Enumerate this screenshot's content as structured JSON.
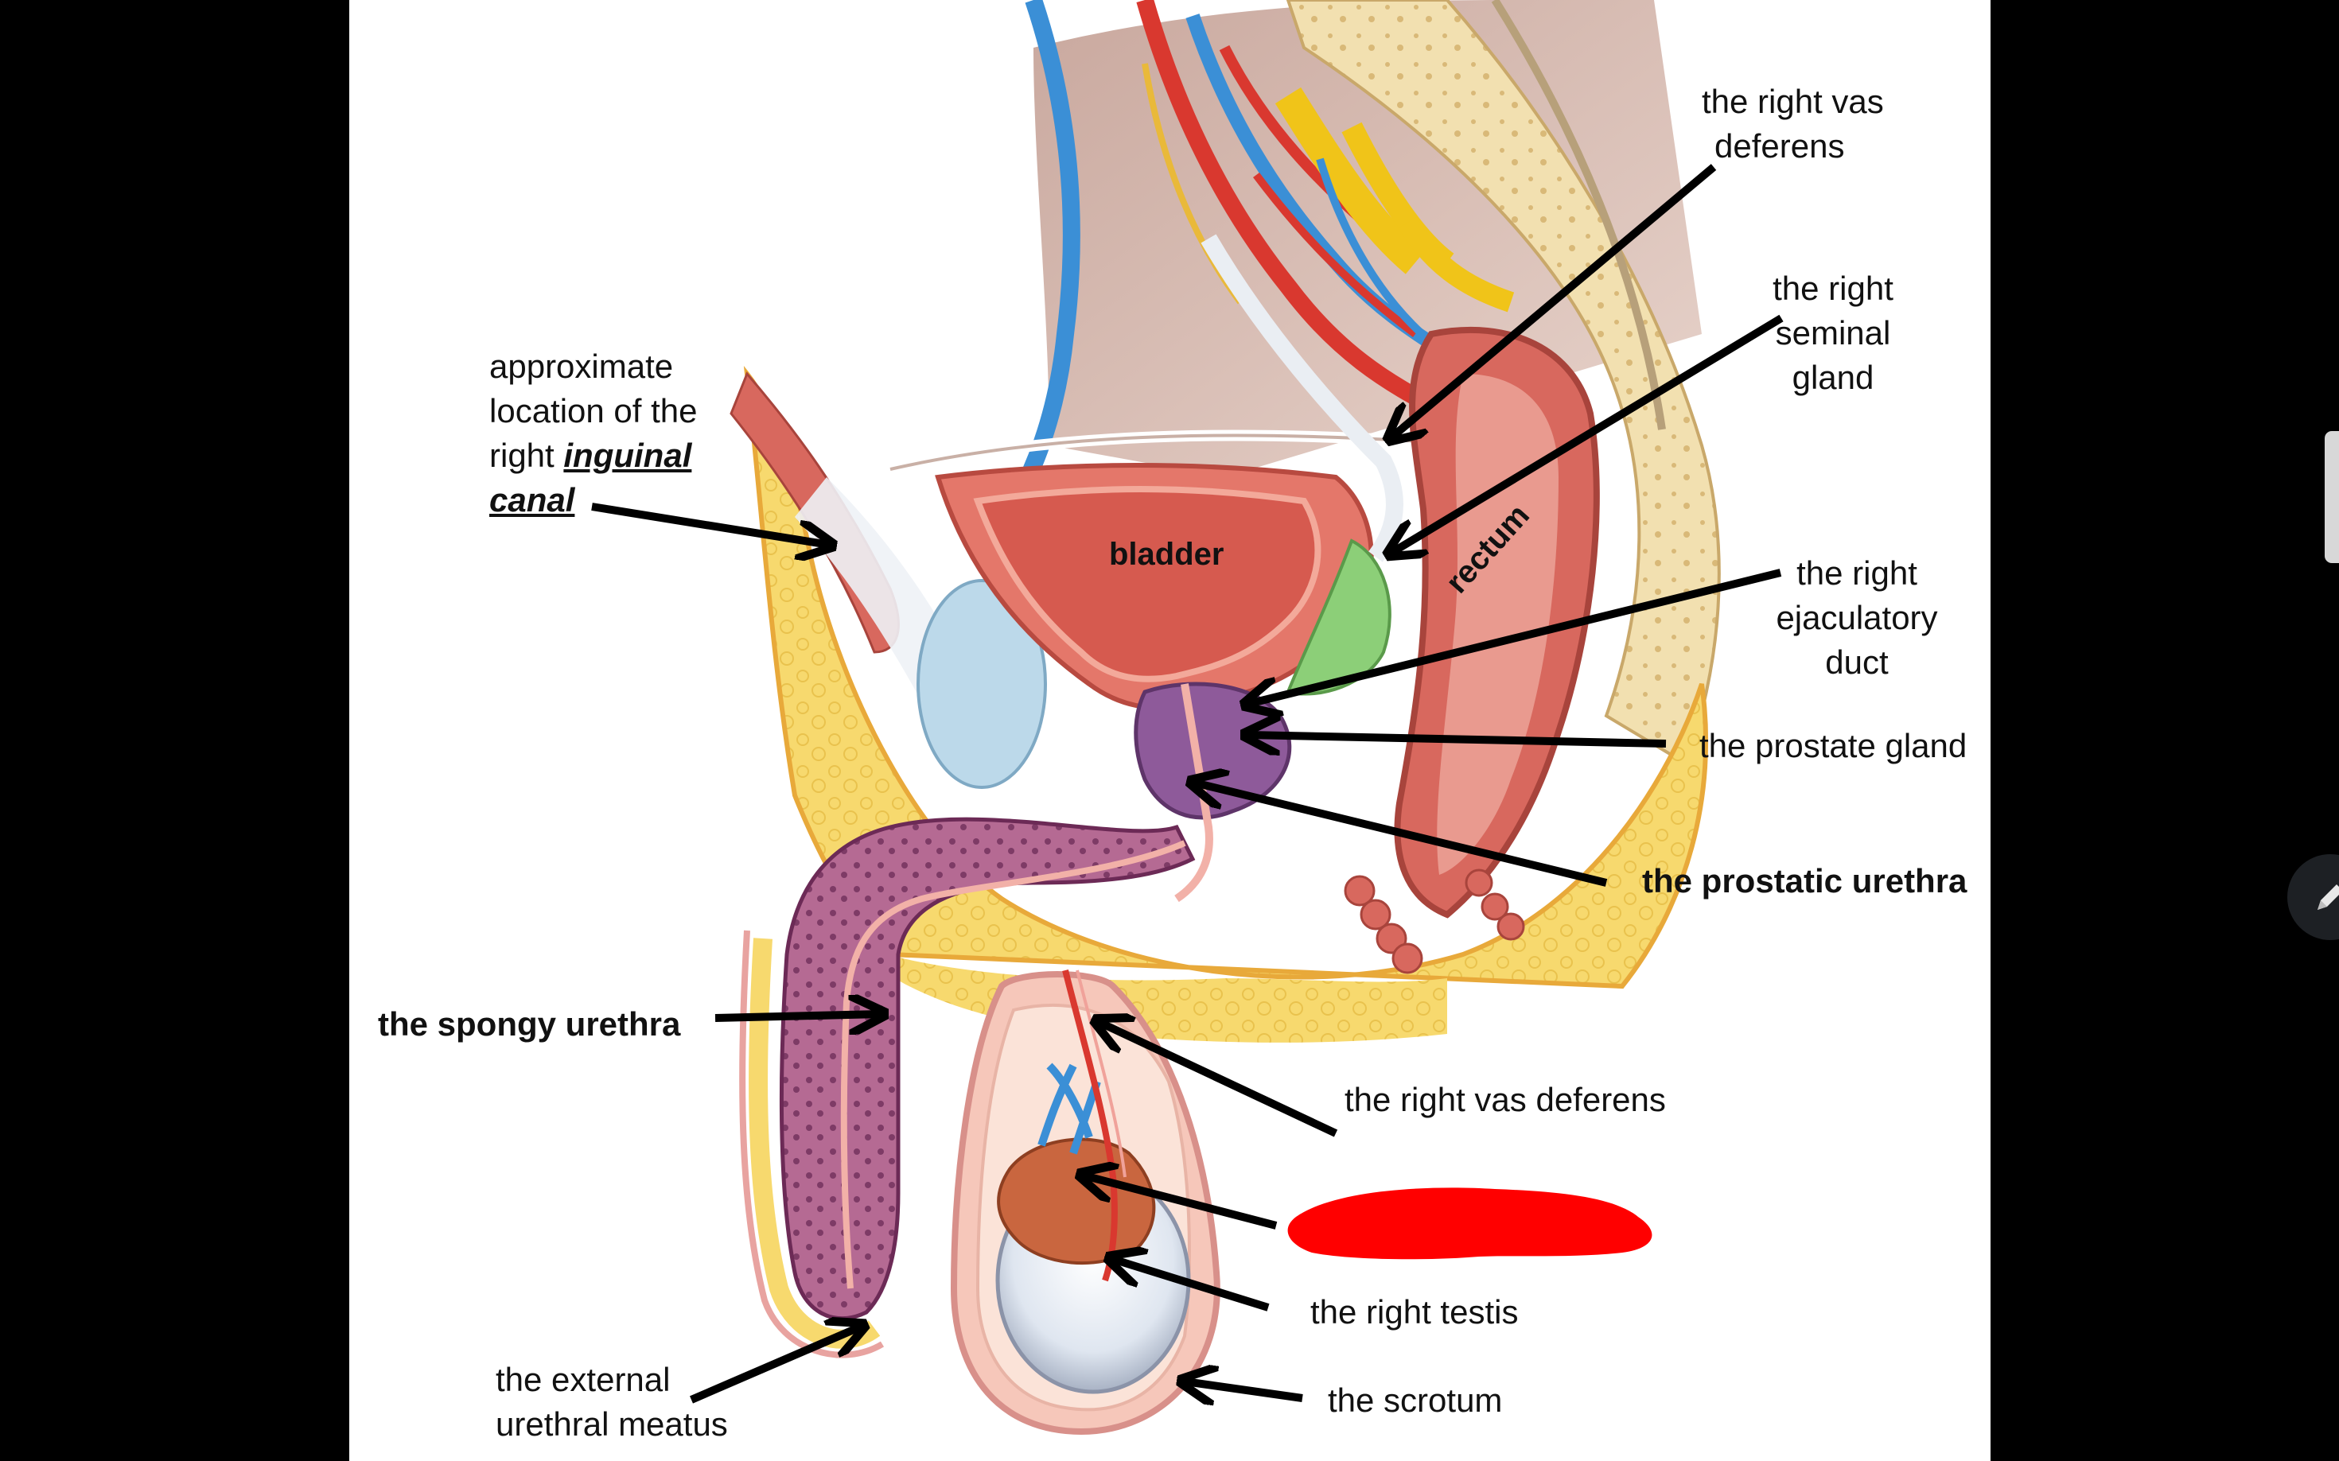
{
  "labels": {
    "vas_deferens_top_line1": "the right vas",
    "vas_deferens_top_line2": "deferens",
    "seminal_line1": "the right",
    "seminal_line2": "seminal",
    "seminal_line3": "gland",
    "inguinal_line1": "approximate",
    "inguinal_line2": "location of the",
    "inguinal_line3_prefix": "right ",
    "inguinal_line3_emph": "inguinal",
    "inguinal_line4": "canal",
    "bladder": "bladder",
    "rectum": "rectum",
    "ejaculatory_line1": "the right",
    "ejaculatory_line2": "ejaculatory",
    "ejaculatory_line3": "duct",
    "prostate_gland": "the prostate gland",
    "prostatic_urethra": "the prostatic urethra",
    "spongy_urethra": "the spongy urethra",
    "vas_deferens_bottom": "the right vas deferens",
    "right_testis": "the right testis",
    "meatus_line1": "the external",
    "meatus_line2": "urethral meatus",
    "scrotum": "the scrotum"
  },
  "colors": {
    "background": "#000000",
    "slide": "#ffffff",
    "redaction": "#ff0000",
    "arrow": "#000000",
    "fat": "#f6d66a",
    "muscle": "#d8685e",
    "vein": "#3b8fd6",
    "artery": "#d9382f",
    "nerve": "#f0c419",
    "prostate": "#8e5a9a",
    "spongy_tissue": "#b0628f",
    "bone": "#f1dfae"
  },
  "icons": {
    "pen": "pen-icon"
  }
}
